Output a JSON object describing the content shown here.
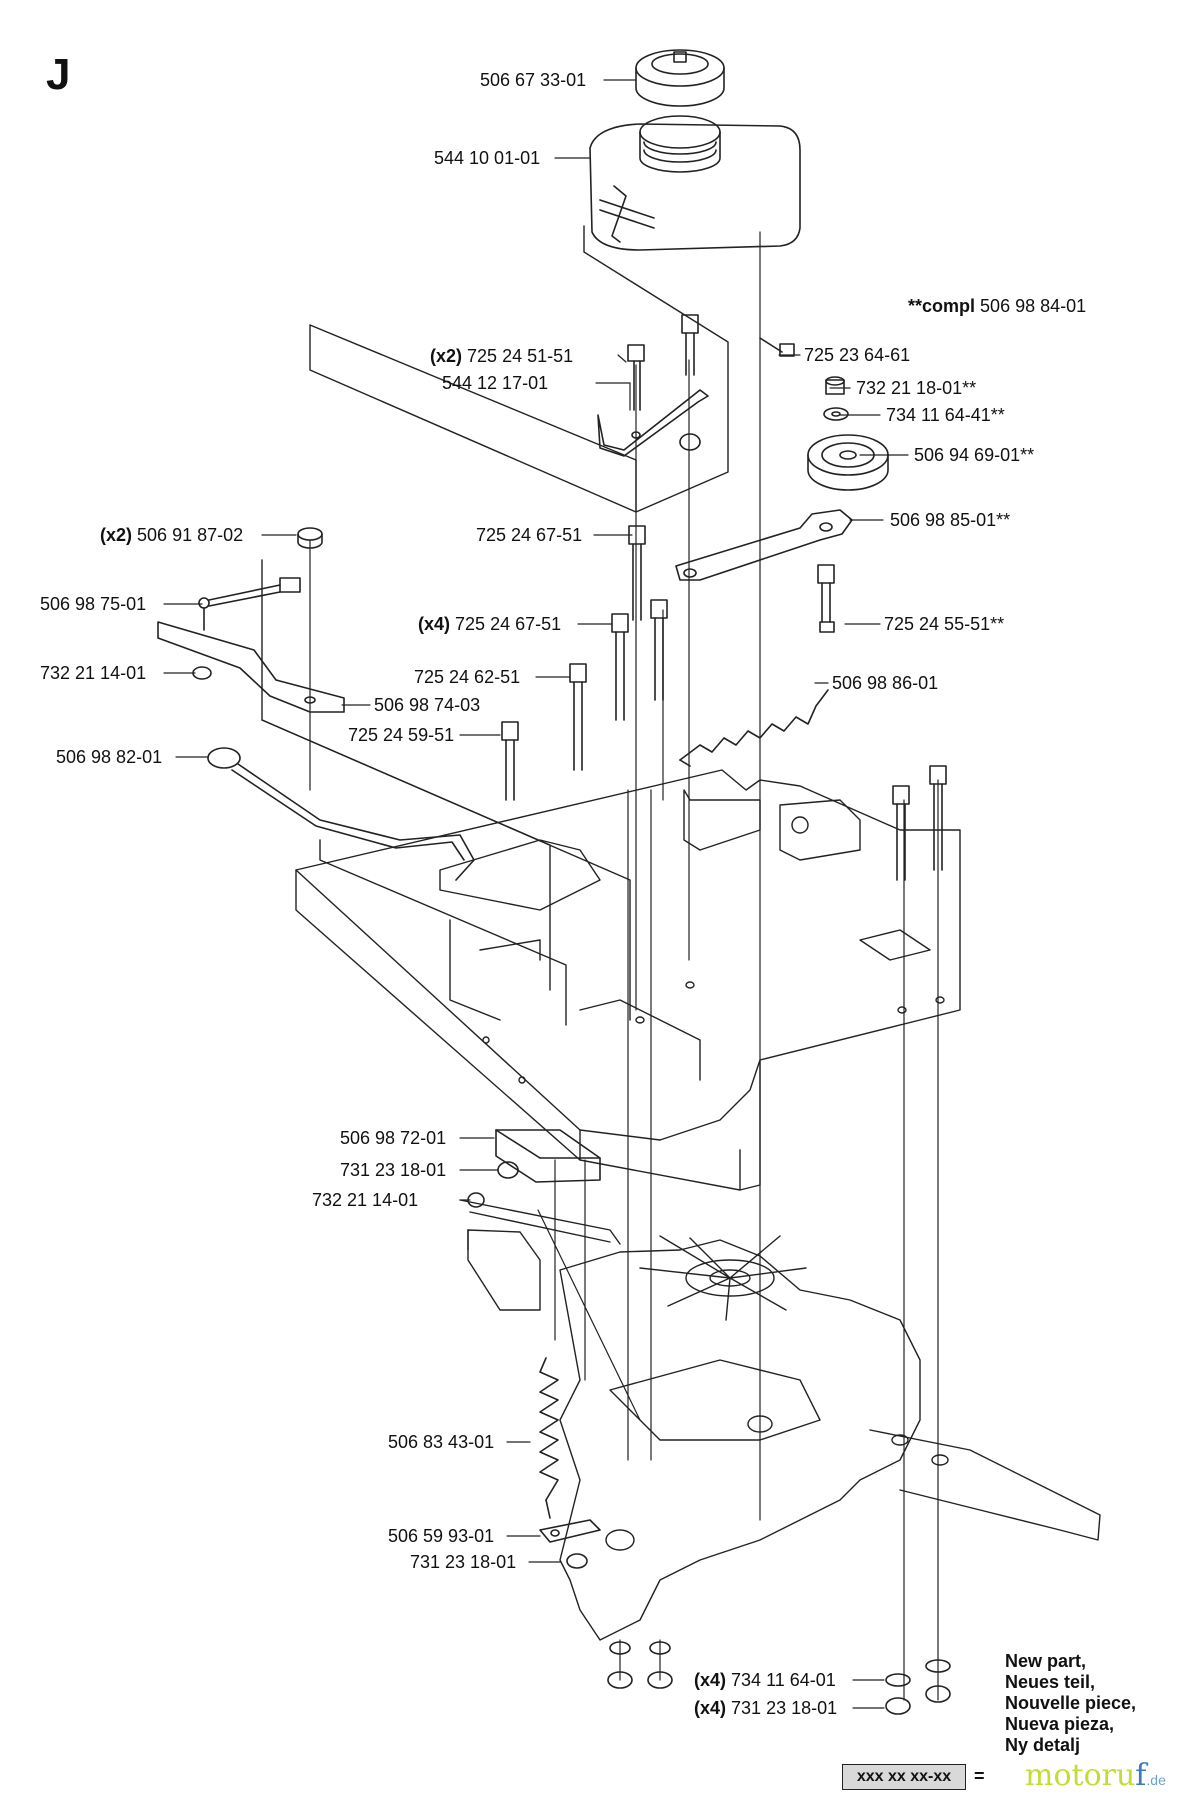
{
  "section_letter": "J",
  "compl_note": {
    "prefix": "**compl",
    "part": "506 98 84-01"
  },
  "labels": [
    {
      "id": "lbl-506-67-33-01",
      "qty": "",
      "part": "506 67 33-01"
    },
    {
      "id": "lbl-544-10-01-01",
      "qty": "",
      "part": "544 10 01-01"
    },
    {
      "id": "lbl-725-23-64-61",
      "qty": "",
      "part": "725 23 64-61"
    },
    {
      "id": "lbl-725-24-51-51",
      "qty": "(x2)",
      "part": "725 24 51-51"
    },
    {
      "id": "lbl-544-12-17-01",
      "qty": "",
      "part": "544 12 17-01"
    },
    {
      "id": "lbl-732-21-18-01",
      "qty": "",
      "part": "732 21 18-01**"
    },
    {
      "id": "lbl-734-11-64-41",
      "qty": "",
      "part": "734 11 64-41**"
    },
    {
      "id": "lbl-506-94-69-01",
      "qty": "",
      "part": "506 94 69-01**"
    },
    {
      "id": "lbl-506-91-87-02",
      "qty": "(x2)",
      "part": "506 91 87-02"
    },
    {
      "id": "lbl-725-24-67-51-a",
      "qty": "",
      "part": "725 24 67-51"
    },
    {
      "id": "lbl-506-98-85-01",
      "qty": "",
      "part": "506 98 85-01**"
    },
    {
      "id": "lbl-506-98-75-01",
      "qty": "",
      "part": "506 98 75-01"
    },
    {
      "id": "lbl-725-24-67-51-b",
      "qty": "(x4)",
      "part": "725 24 67-51"
    },
    {
      "id": "lbl-725-24-55-51",
      "qty": "",
      "part": "725 24 55-51**"
    },
    {
      "id": "lbl-732-21-14-01-a",
      "qty": "",
      "part": "732 21 14-01"
    },
    {
      "id": "lbl-725-24-62-51",
      "qty": "",
      "part": "725 24 62-51"
    },
    {
      "id": "lbl-506-98-86-01",
      "qty": "",
      "part": "506 98 86-01"
    },
    {
      "id": "lbl-506-98-74-03",
      "qty": "",
      "part": "506 98 74-03"
    },
    {
      "id": "lbl-725-24-59-51",
      "qty": "",
      "part": "725 24 59-51"
    },
    {
      "id": "lbl-506-98-82-01",
      "qty": "",
      "part": "506 98 82-01"
    },
    {
      "id": "lbl-506-98-72-01",
      "qty": "",
      "part": "506 98 72-01"
    },
    {
      "id": "lbl-731-23-18-01-a",
      "qty": "",
      "part": "731 23 18-01"
    },
    {
      "id": "lbl-732-21-14-01-b",
      "qty": "",
      "part": "732 21 14-01"
    },
    {
      "id": "lbl-506-83-43-01",
      "qty": "",
      "part": "506 83 43-01"
    },
    {
      "id": "lbl-506-59-93-01",
      "qty": "",
      "part": "506 59 93-01"
    },
    {
      "id": "lbl-731-23-18-01-b",
      "qty": "",
      "part": "731 23 18-01"
    },
    {
      "id": "lbl-734-11-64-01",
      "qty": "(x4)",
      "part": "734 11 64-01"
    },
    {
      "id": "lbl-731-23-18-01-c",
      "qty": "(x4)",
      "part": "731 23 18-01"
    }
  ],
  "legend": {
    "box": "xxx xx xx-xx",
    "equals": "=",
    "lines": [
      "New part,",
      "Neues teil,",
      "Nouvelle piece,",
      "Nueva pieza,",
      "Ny detalj"
    ]
  },
  "watermark": {
    "main": "motoru",
    "f": "f",
    "suffix": ".de"
  }
}
